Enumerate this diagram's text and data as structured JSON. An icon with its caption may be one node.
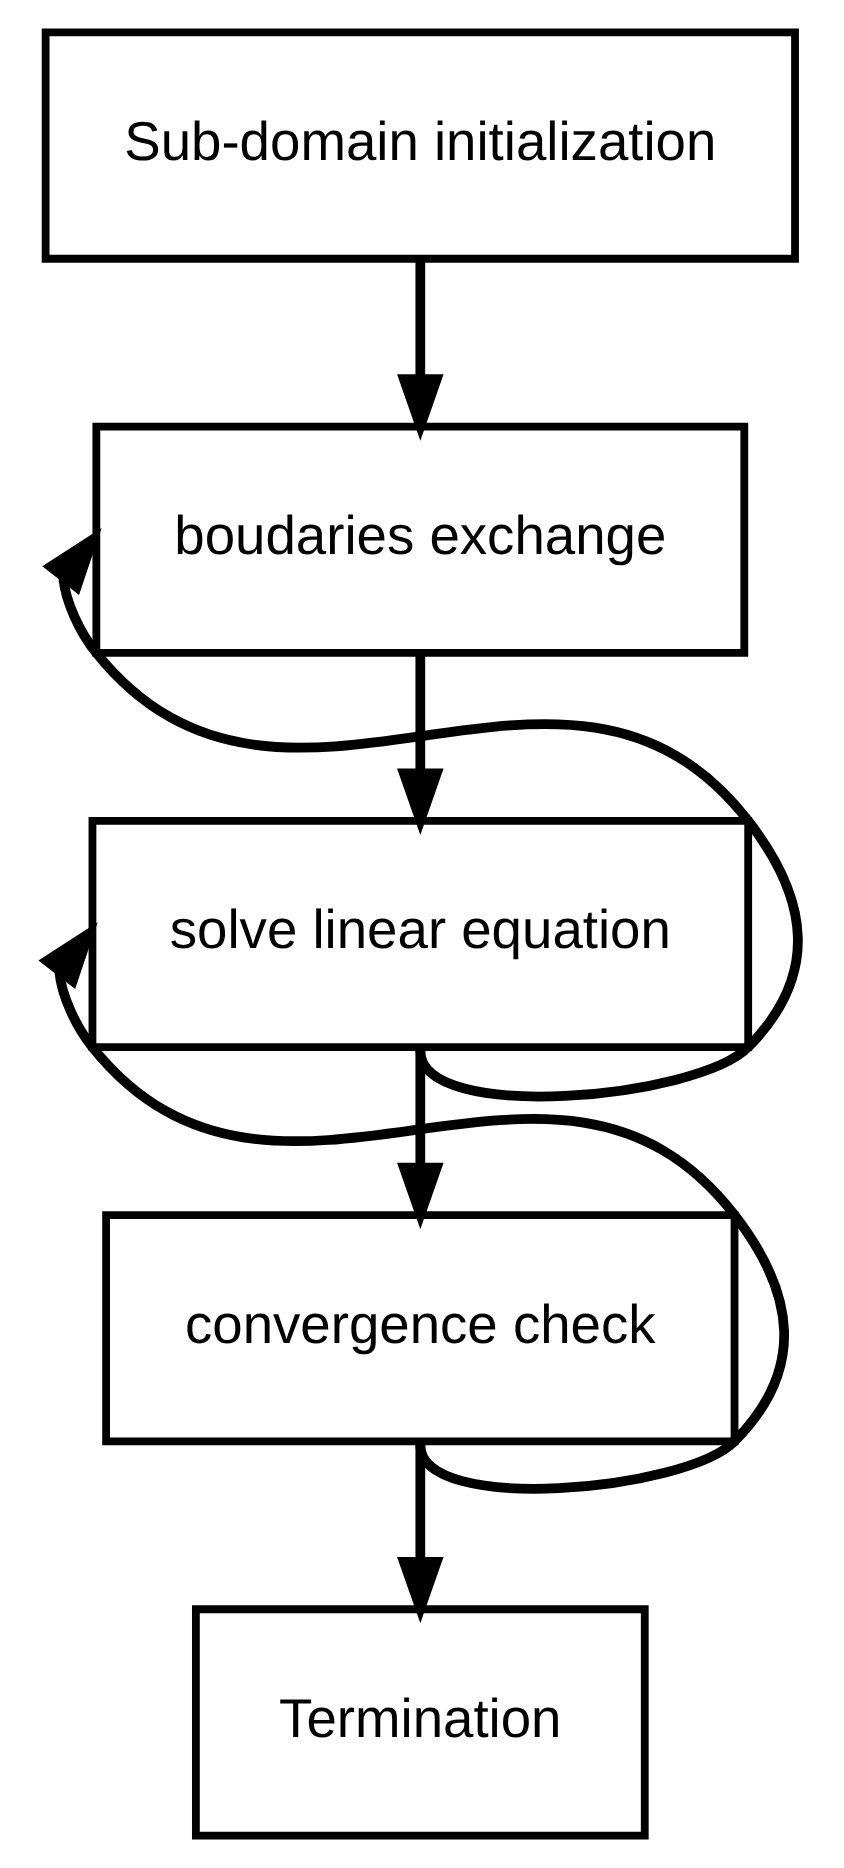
{
  "diagram": {
    "nodes": [
      {
        "text": [
          "Sub-domain initialization"
        ]
      },
      {
        "text": [
          "boudaries exchange"
        ]
      },
      {
        "text": [
          "solve linear equation"
        ]
      },
      {
        "text": [
          "convergence check"
        ]
      },
      {
        "text": [
          "Termination"
        ]
      }
    ],
    "edges": [
      {
        "from": 0,
        "to": 1,
        "arrow": "to"
      },
      {
        "from": 1,
        "to": 2,
        "arrow": "to"
      },
      {
        "from": 2,
        "to": 3,
        "arrow": "to"
      },
      {
        "from": 2,
        "to": 1,
        "arrow": "to"
      },
      {
        "from": 3,
        "to": 4,
        "arrow": "to"
      },
      {
        "from": 3,
        "to": 2,
        "arrow": "to"
      }
    ]
  }
}
